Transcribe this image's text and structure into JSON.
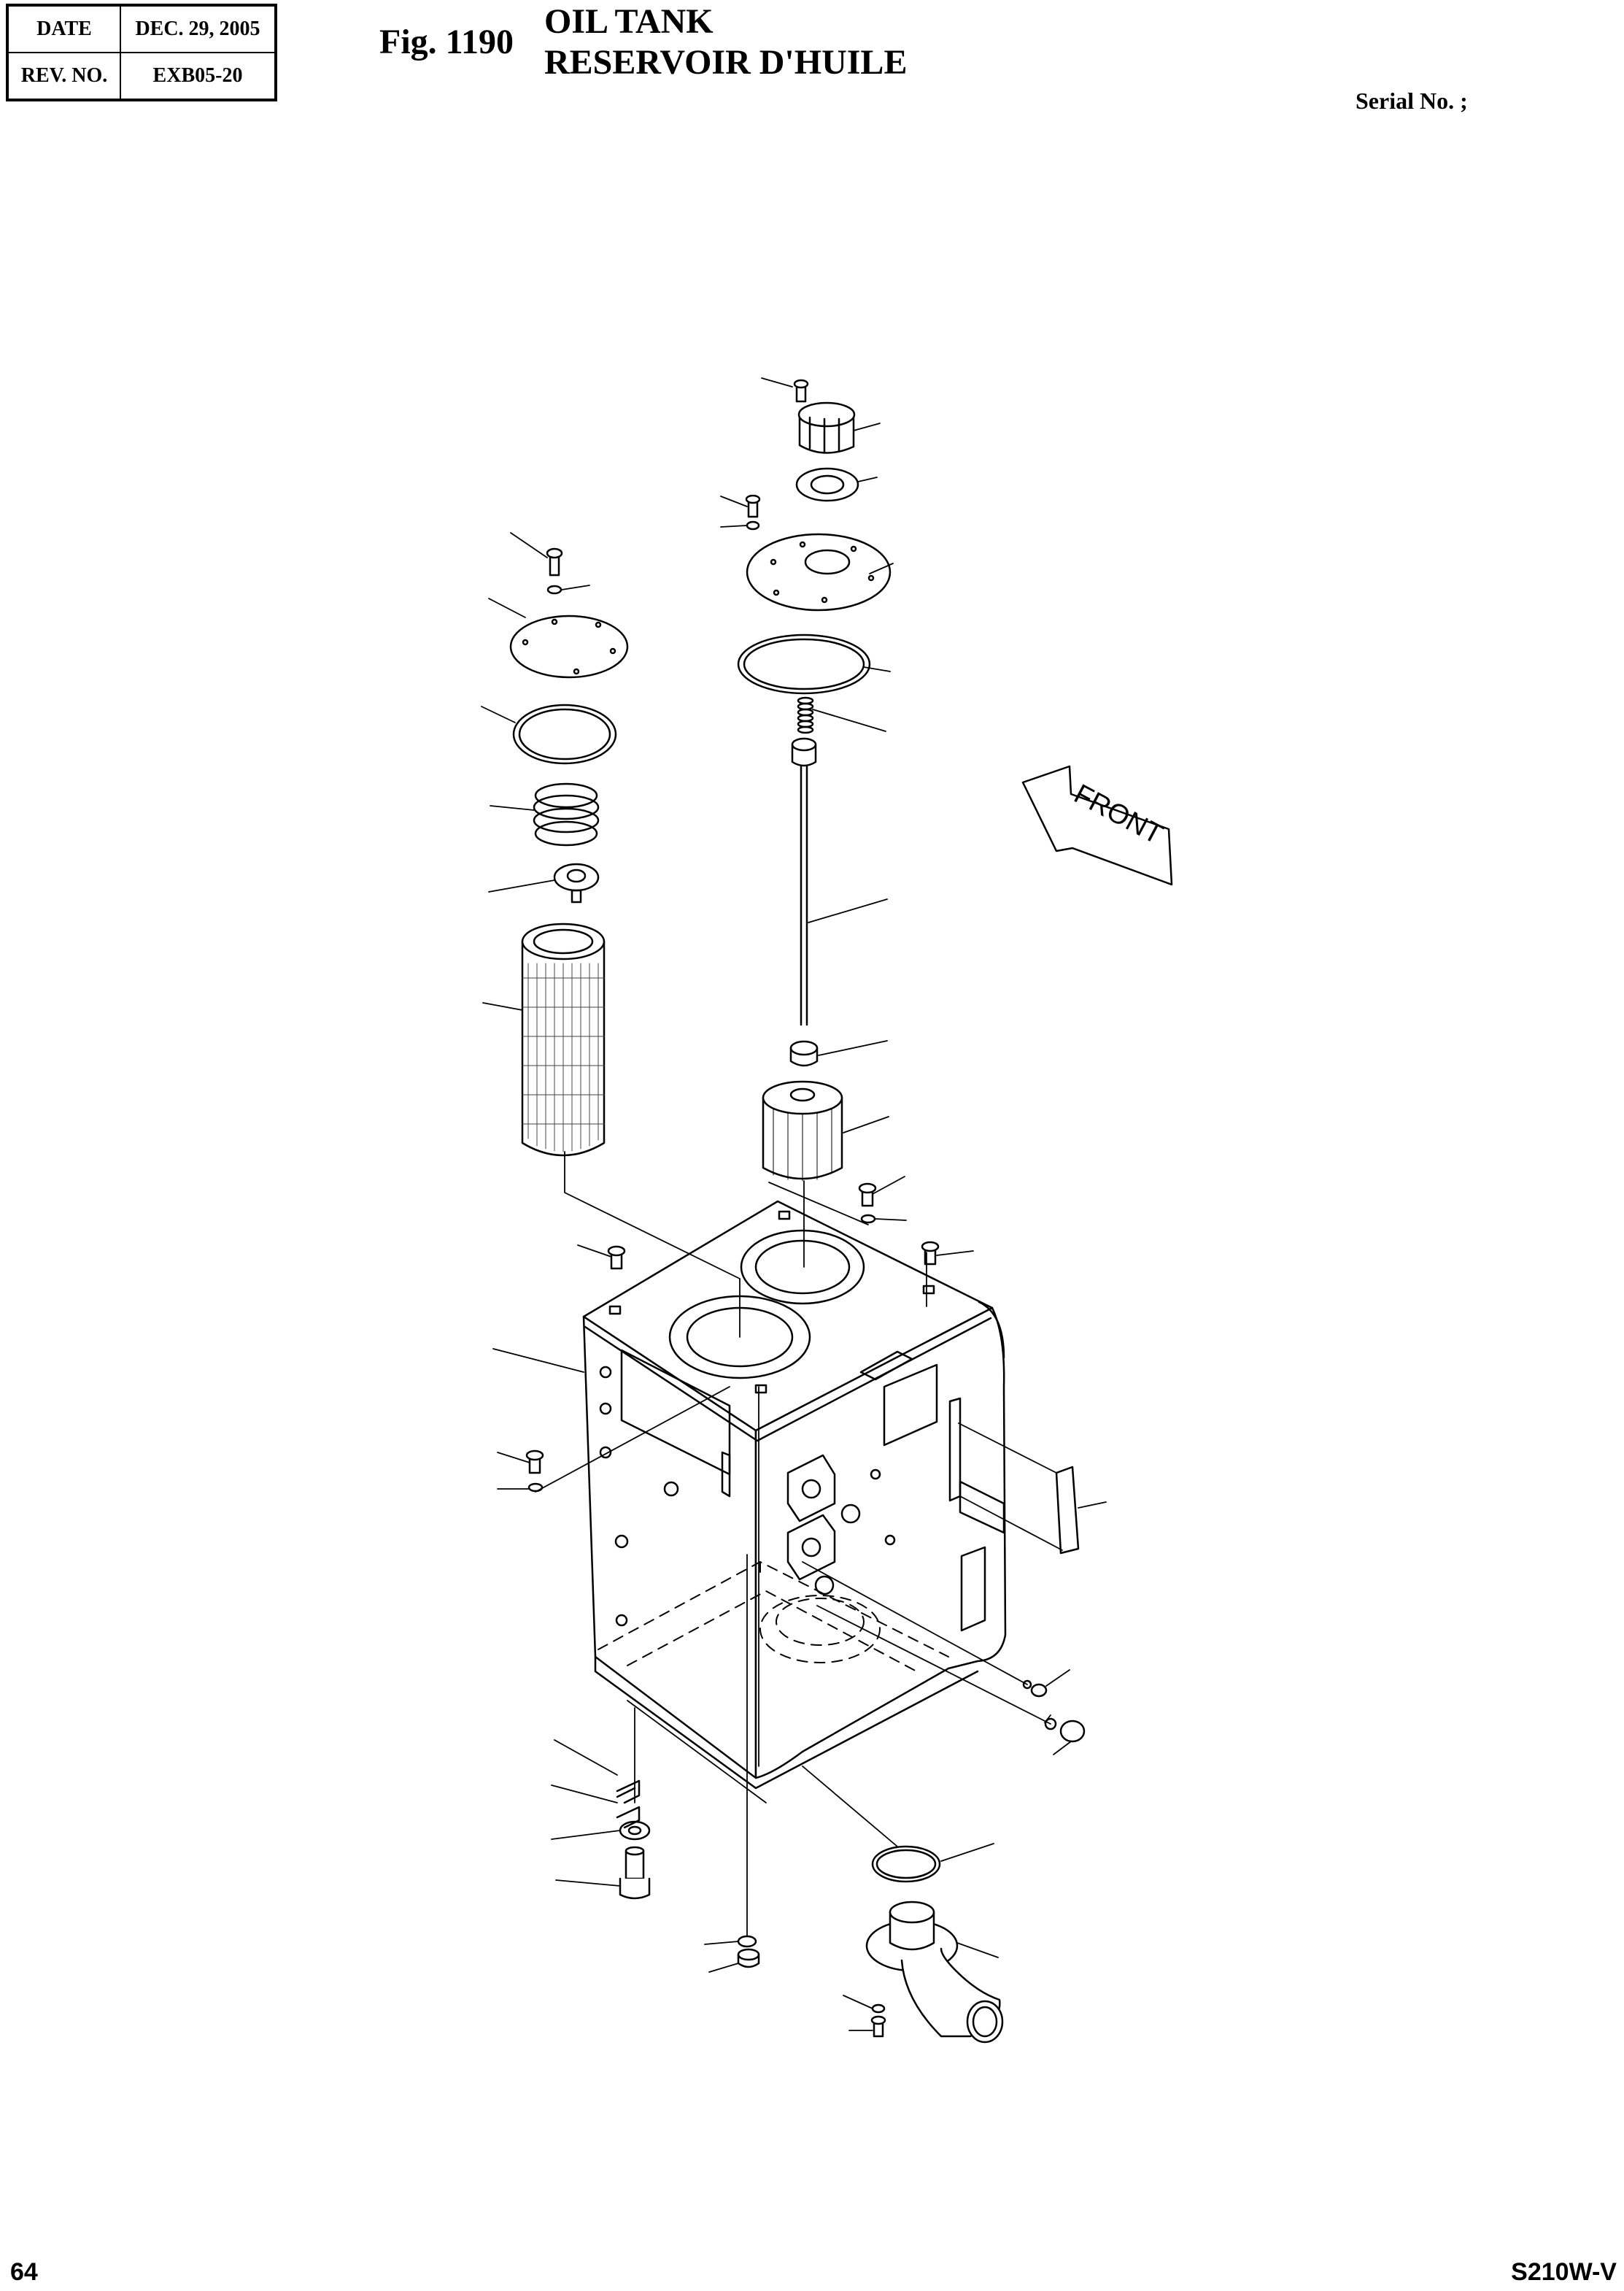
{
  "header": {
    "date_label": "DATE",
    "date_value": "DEC. 29, 2005",
    "rev_label": "REV. NO.",
    "rev_value": "EXB05-20"
  },
  "figure": {
    "number": "Fig. 1190",
    "title_en": "OIL TANK",
    "title_fr": "RESERVOIR D'HUILE"
  },
  "serial": "Serial No. ;",
  "drawing": {
    "front_label": "FRONT"
  },
  "footer": {
    "page": "64",
    "model": "S210W-V"
  }
}
